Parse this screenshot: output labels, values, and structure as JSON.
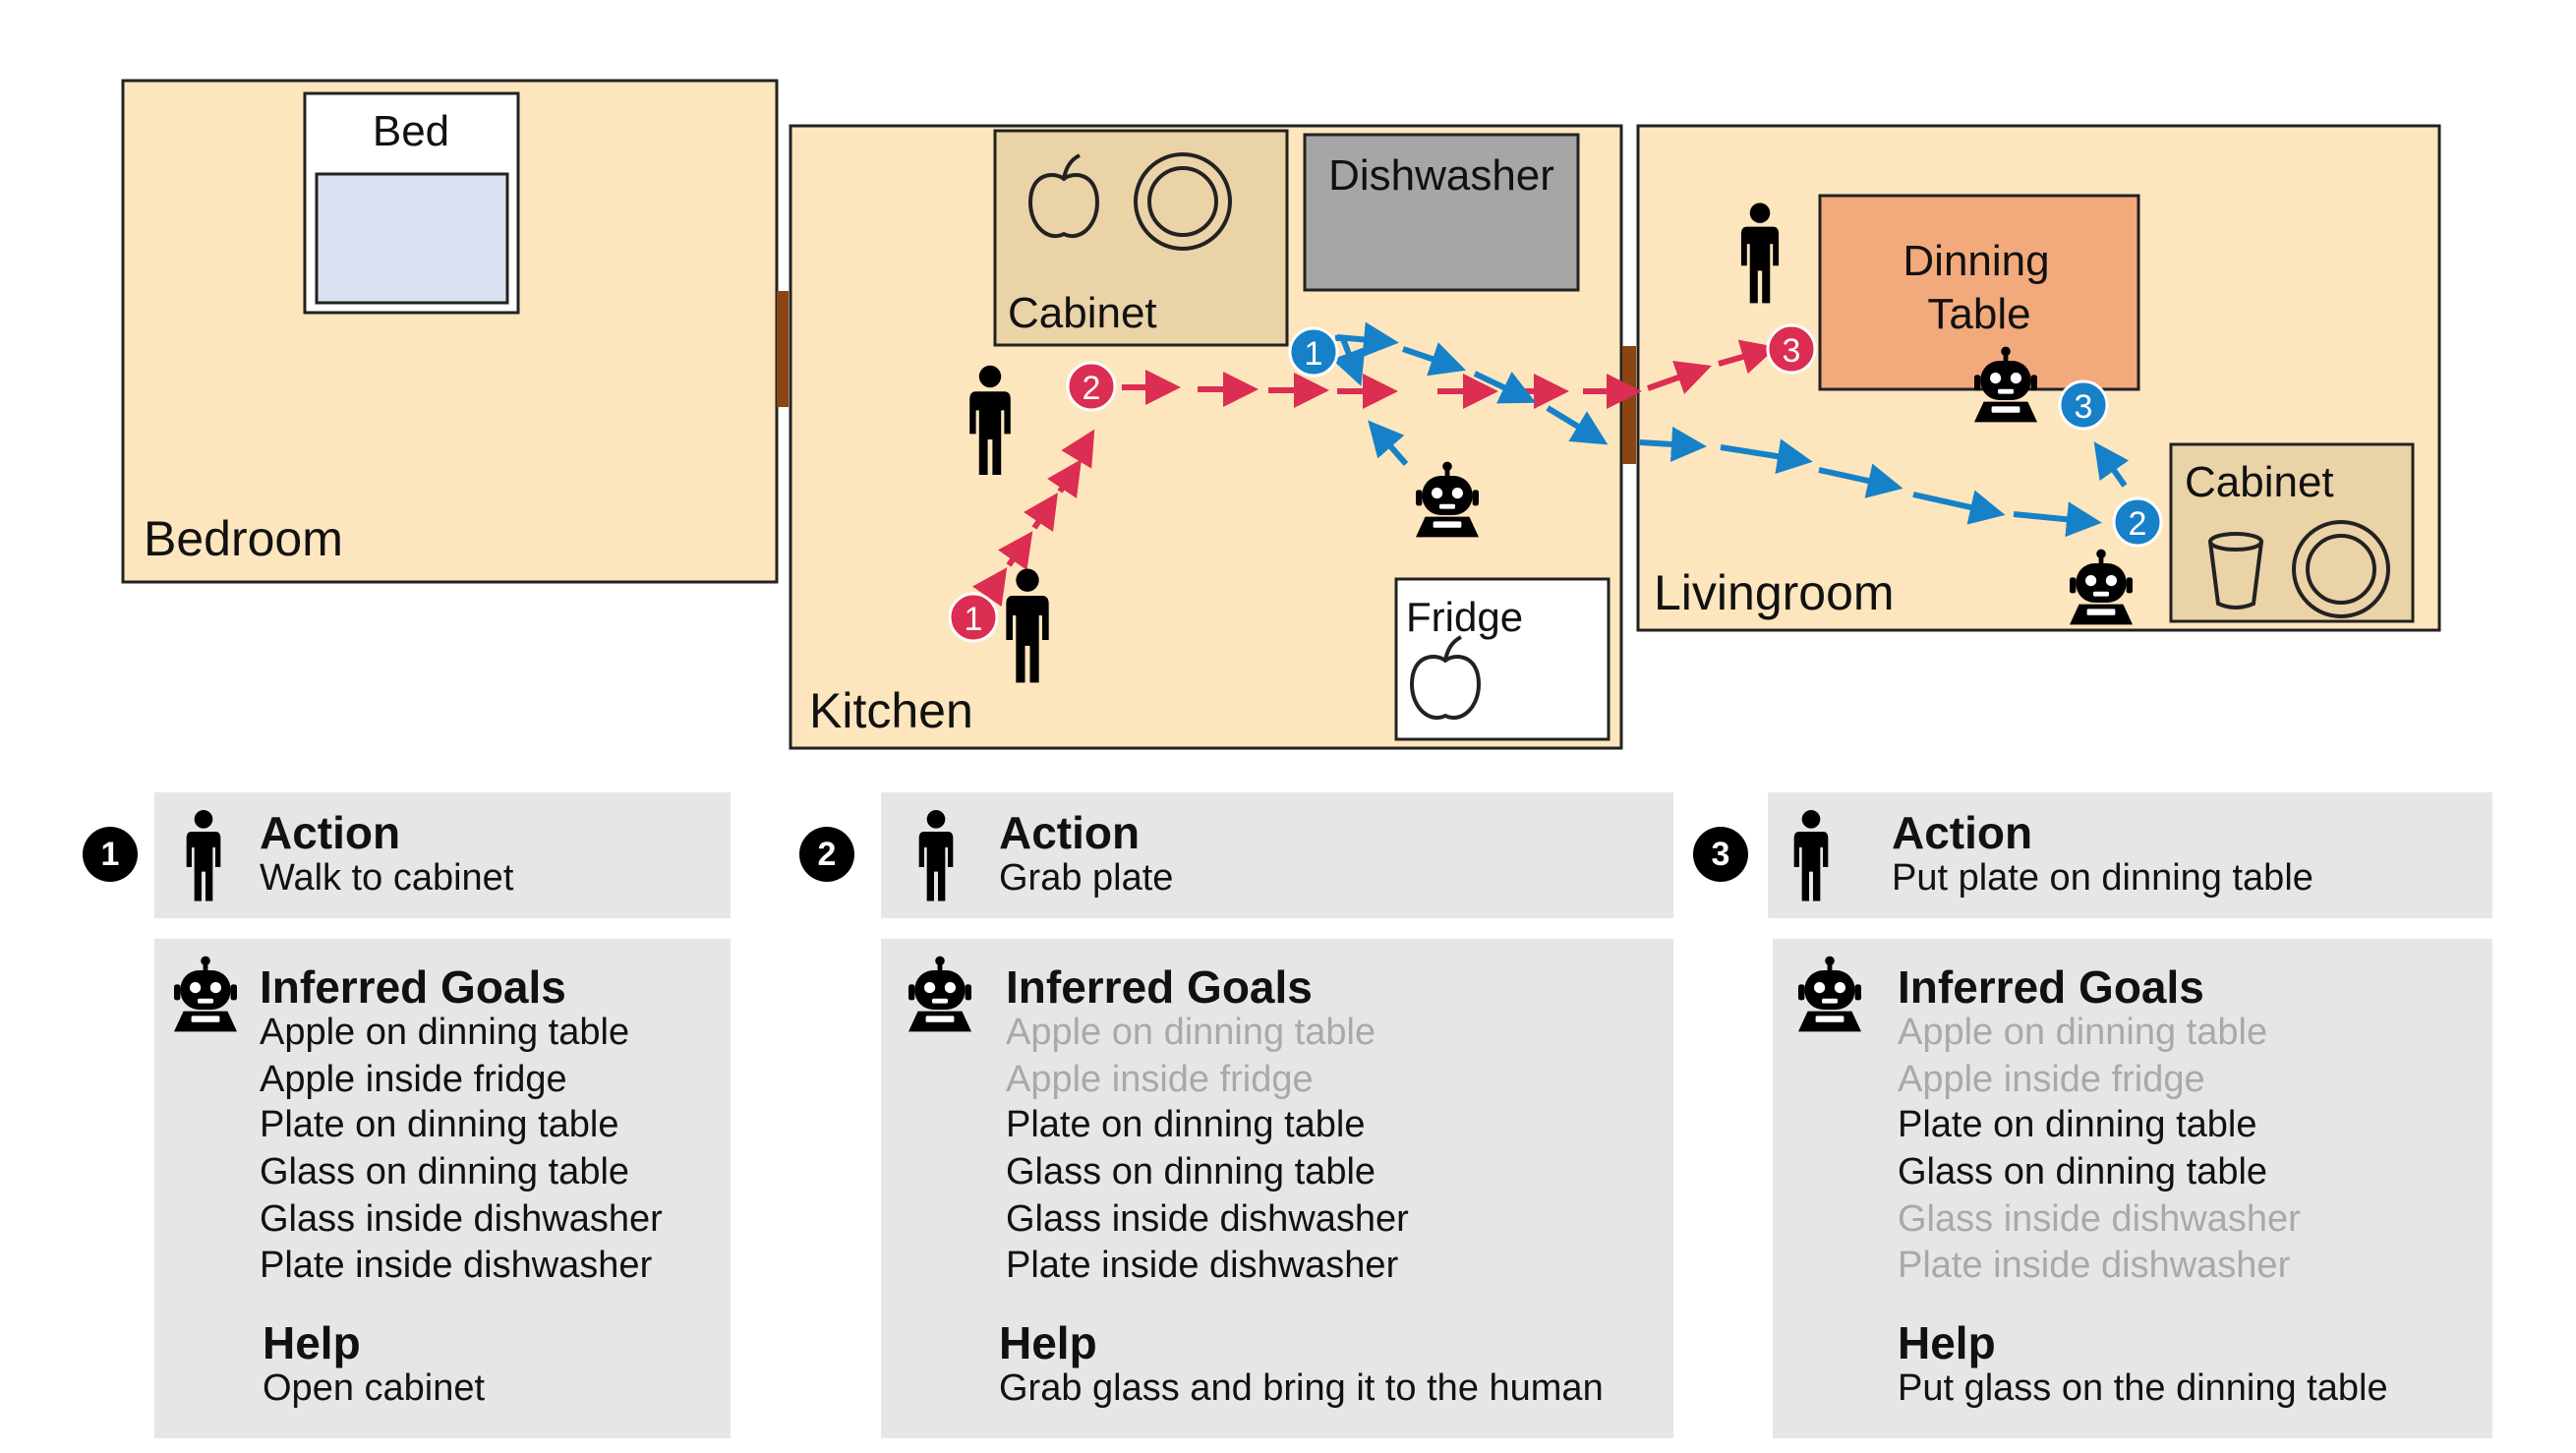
{
  "map": {
    "rooms": {
      "bedroom": "Bedroom",
      "kitchen": "Kitchen",
      "livingroom": "Livingroom"
    },
    "furniture": {
      "bed": "Bed",
      "kitchen_cabinet": "Cabinet",
      "dishwasher": "Dishwasher",
      "fridge": "Fridge",
      "dining_table_line1": "Dinning",
      "dining_table_line2": "Table",
      "living_cabinet": "Cabinet"
    },
    "human_markers": [
      "1",
      "2",
      "3"
    ],
    "robot_markers": [
      "1",
      "2",
      "3"
    ],
    "colors": {
      "room_fill": "#fde6bd",
      "cabinet_fill": "#ebd3a8",
      "dishwasher_fill": "#a6a6a6",
      "table_fill": "#f2aa7c",
      "bed_fill": "#dae2f1",
      "human_path": "#dc2d52",
      "robot_path": "#1681c9",
      "door": "#8b4513"
    }
  },
  "steps": [
    {
      "number": "1",
      "action_title": "Action",
      "action": "Walk to cabinet",
      "goals_title": "Inferred Goals",
      "goals": [
        {
          "text": "Apple on dinning table",
          "active": true
        },
        {
          "text": "Apple inside fridge",
          "active": true
        },
        {
          "text": "Plate on dinning table",
          "active": true
        },
        {
          "text": "Glass on dinning table",
          "active": true
        },
        {
          "text": "Glass inside dishwasher",
          "active": true
        },
        {
          "text": "Plate inside dishwasher",
          "active": true
        }
      ],
      "help_title": "Help",
      "help": "Open cabinet"
    },
    {
      "number": "2",
      "action_title": "Action",
      "action": "Grab plate",
      "goals_title": "Inferred Goals",
      "goals": [
        {
          "text": "Apple on dinning table",
          "active": false
        },
        {
          "text": "Apple inside fridge",
          "active": false
        },
        {
          "text": "Plate on dinning table",
          "active": true
        },
        {
          "text": "Glass on dinning table",
          "active": true
        },
        {
          "text": "Glass inside dishwasher",
          "active": true
        },
        {
          "text": "Plate inside dishwasher",
          "active": true
        }
      ],
      "help_title": "Help",
      "help": "Grab glass and bring it to the human"
    },
    {
      "number": "3",
      "action_title": "Action",
      "action": "Put plate on dinning table",
      "goals_title": "Inferred Goals",
      "goals": [
        {
          "text": "Apple on dinning table",
          "active": false
        },
        {
          "text": "Apple inside fridge",
          "active": false
        },
        {
          "text": "Plate on dinning table",
          "active": true
        },
        {
          "text": "Glass on dinning table",
          "active": true
        },
        {
          "text": "Glass inside dishwasher",
          "active": false
        },
        {
          "text": "Plate inside dishwasher",
          "active": false
        }
      ],
      "help_title": "Help",
      "help": "Put glass on the dinning table"
    }
  ]
}
